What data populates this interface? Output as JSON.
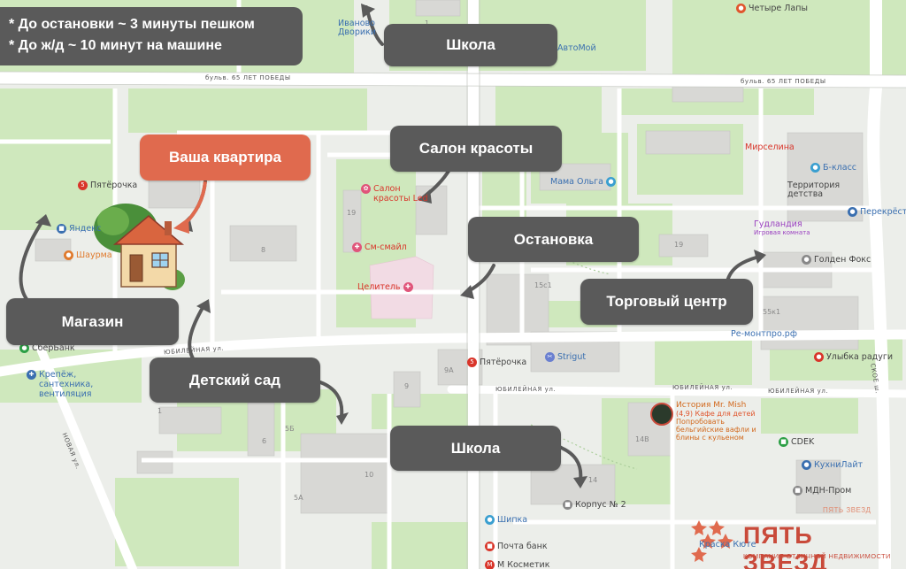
{
  "notes": {
    "line1": "* До остановки ~ 3 минуты пешком",
    "line2": "* До ж/д  ~ 10 минут на машине"
  },
  "callouts": {
    "school_top": "Школа",
    "apartment": "Ваша квартира",
    "salon": "Салон красоты",
    "stop": "Остановка",
    "mall": "Торговый центр",
    "shop": "Магазин",
    "kindergarten": "Детский сад",
    "school_bottom": "Школа"
  },
  "streets": {
    "pobedy_left": "бульв. 65 ЛЕТ ПОБЕДЫ",
    "pobedy_right": "бульв. 65 ЛЕТ ПОБЕДЫ",
    "yubileynaya_left": "ЮБИЛЕЙНАЯ ул.",
    "yubileynaya_mid": "ЮБИЛЕЙНАЯ ул.",
    "yubileynaya_right": "ЮБИЛЕЙНАЯ ул.",
    "yubileynaya_far": "ЮБИЛЕЙНАЯ ул.",
    "novaya": "НОВАЯ ул.",
    "right_edge": "СКОЕ ш."
  },
  "pois": {
    "chetyre_lapy": "Четыре Лапы",
    "ivanovo": "Иваново\nДворики",
    "avtomoy": "АвтоМой",
    "pyaterochka_top": "Пятёрочка",
    "yandex": "Яндекс",
    "shaurma": "Шаурма",
    "sberbank": "СберБанк",
    "krepezh": "Крепёж,\nсантехника,\nвентиляция",
    "salon_led": "Салон\nкрасоты Led",
    "sm_smile": "См-смайл",
    "tselitel": "Целитель",
    "mama_olga": "Мама Ольга",
    "mirselina": "Мирселина",
    "b_klass": "Б-класс",
    "territoriya": "Территория\nдетства",
    "perekrestok": "Перекрёст",
    "gudlandiya": "Гудландия",
    "gudlandiya_sub": "Игровая комната",
    "golden_fox": "Голден Фокс",
    "remontpro": "Ре-монтпро.рф",
    "ulybka": "Улыбка радуги",
    "pyaterochka_mid": "Пятёрочка",
    "strigut": "Strigut",
    "cdek": "CDEK",
    "kukhnilayt": "КухниЛайт",
    "mdn_prom": "МДН-Пром",
    "korpus2": "Корпус № 2",
    "shipka": "Шипка",
    "pochta": "Почта банк",
    "m_kosmetik": "М Косметик",
    "krasha": "Краска Кюте"
  },
  "cafe": {
    "title": "История Mr. Mish",
    "rating": "(4,9) Кафе для детей",
    "desc": "Попробовать бельгийские вафли и блины с кульеном"
  },
  "numbers": {
    "n8": "8",
    "n19a": "19",
    "n19b": "19",
    "n15c1": "15с1",
    "n55c1": "55к1",
    "n9a": "9А",
    "n9": "9",
    "n14v": "14В",
    "n14": "14",
    "n5b": "5Б",
    "n5a": "5А",
    "n10": "10",
    "n6": "6",
    "n1": "1",
    "n1b": "1"
  },
  "brand": {
    "name": "ПЯТЬ ЗВЕЗД",
    "tagline": "КОМПАНИЯ ОТЛИЧНОЙ НЕДВИЖИМОСТИ",
    "corner": "ПЯТЬ ЗВЕЗД"
  },
  "colors": {
    "callout_bg": "#5a5a5a",
    "accent": "#e06a4e",
    "park": "#cfe8bd",
    "road": "#ffffff",
    "building": "#d9d9d6",
    "brand": "#c94a3a"
  }
}
